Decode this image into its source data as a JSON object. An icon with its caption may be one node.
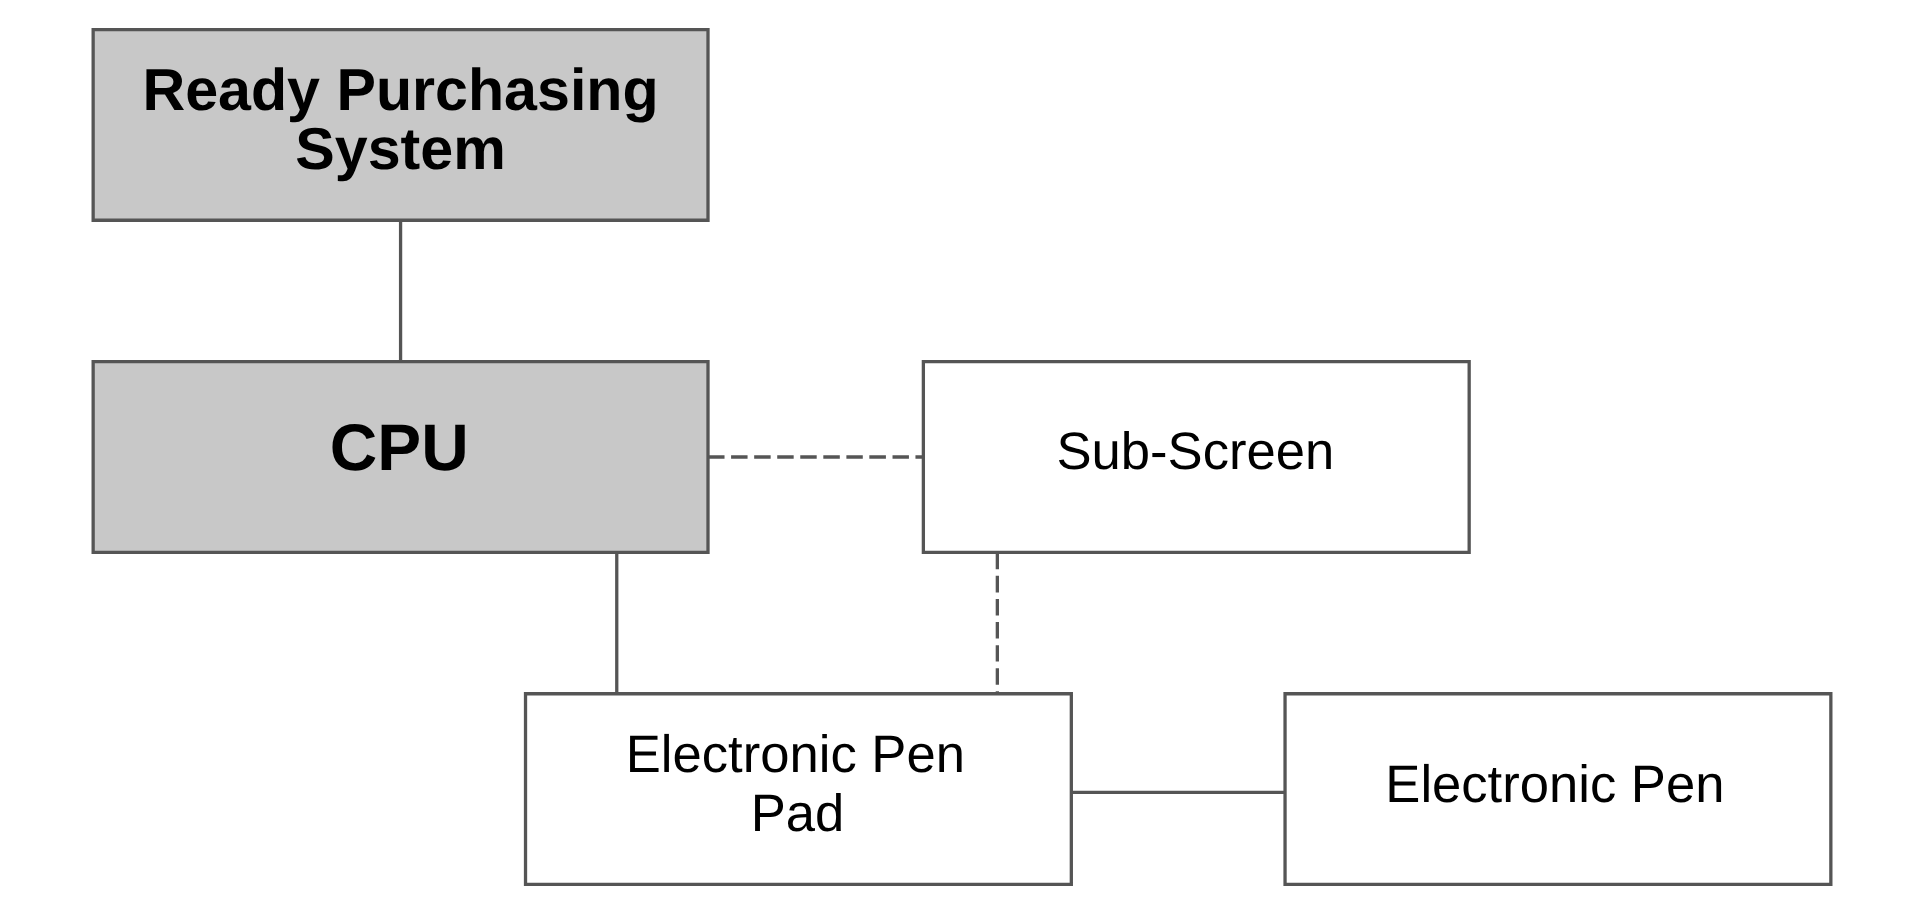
{
  "diagram": {
    "nodes": [
      {
        "text": [
          "Ready Purchasing System"
        ]
      },
      {
        "text": [
          "CPU"
        ]
      },
      {
        "text": [
          "Sub-Screen"
        ]
      },
      {
        "text": [
          "Electronic Pen Pad"
        ]
      },
      {
        "text": [
          "Electronic Pen"
        ]
      }
    ],
    "edges": [
      {
        "from": 0,
        "to": 1,
        "arrow": "none"
      },
      {
        "from": 1,
        "to": 2,
        "arrow": "none",
        "style": "dashed"
      },
      {
        "from": 1,
        "to": 3,
        "arrow": "none"
      },
      {
        "from": 2,
        "to": 3,
        "arrow": "none",
        "style": "dashed"
      },
      {
        "from": 3,
        "to": 4,
        "arrow": "none"
      }
    ]
  }
}
